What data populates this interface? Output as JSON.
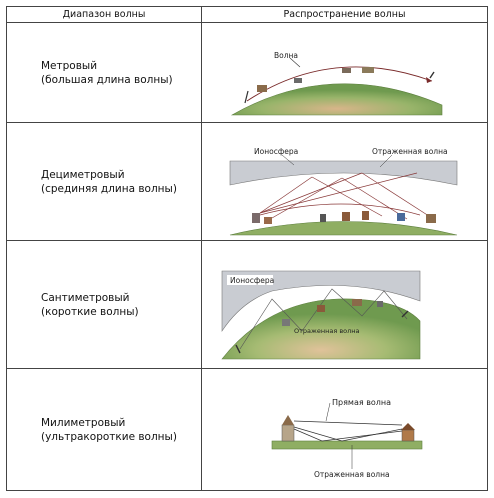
{
  "table": {
    "header": {
      "range": "Диапазон волны",
      "propagation": "Распространение волны"
    },
    "rows": [
      {
        "name": "Метровый",
        "sub": "(большая длина волны)",
        "diagram": {
          "wave": "Волна"
        }
      },
      {
        "name": "Дециметровый",
        "sub": "(срединяя длина волны)",
        "diagram": {
          "ionosphere": "Ионосфера",
          "reflected": "Отраженная волна"
        }
      },
      {
        "name": "Сантиметровый",
        "sub": "(короткие волны)",
        "diagram": {
          "ionosphere": "Ионосфера",
          "reflected": "Отраженная волна"
        }
      },
      {
        "name": "Милиметровый",
        "sub": "(ультракороткие волны)",
        "diagram": {
          "direct": "Прямая волна",
          "reflected": "Отраженная волна"
        }
      }
    ]
  },
  "colors": {
    "ground": "#7fa35a",
    "sky_band": "#c9ccd2",
    "ray": "#8a2a2a"
  }
}
